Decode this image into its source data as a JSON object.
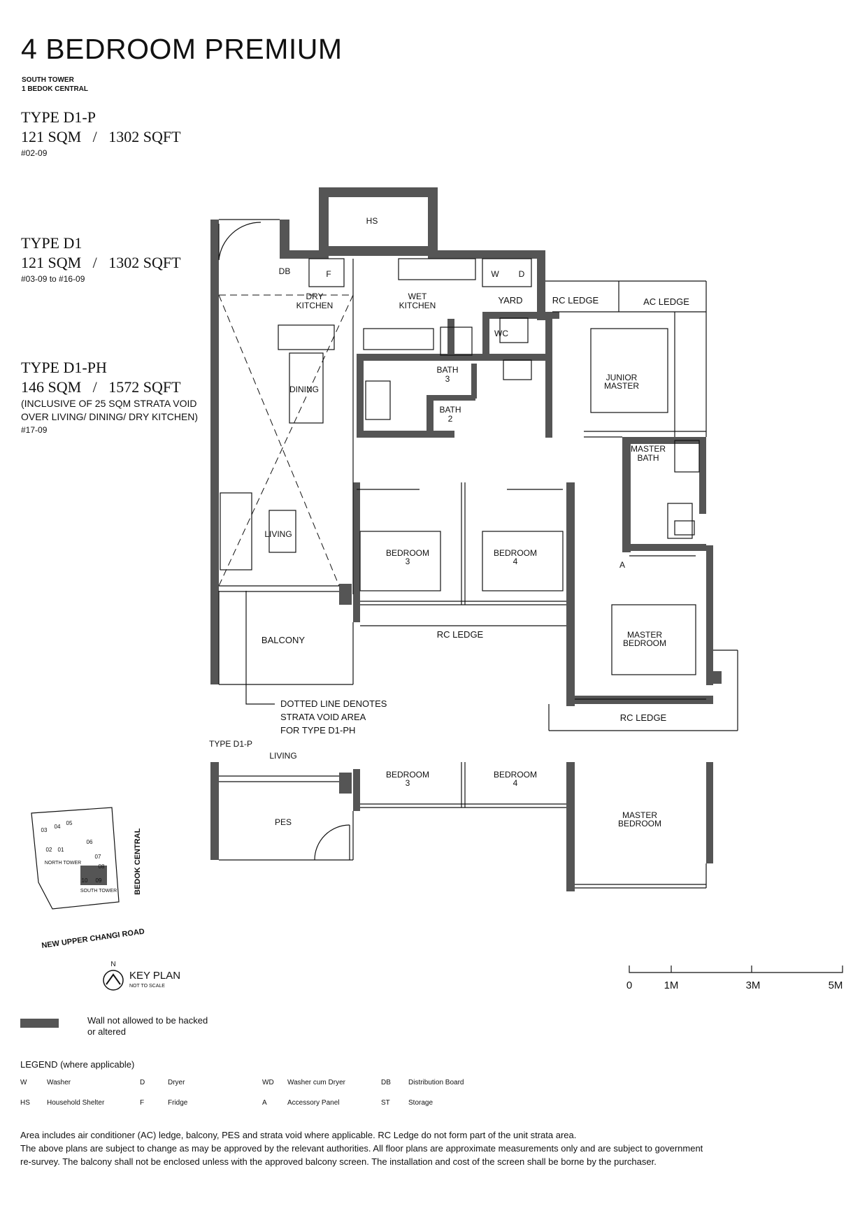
{
  "header": {
    "title": "4 BEDROOM PREMIUM",
    "tower": "SOUTH TOWER",
    "address": "1 BEDOK CENTRAL"
  },
  "unit_types": [
    {
      "name": "TYPE D1-P",
      "area": "121 SQM   /   1302 SQFT",
      "units": "#02-09"
    },
    {
      "name": "TYPE D1",
      "area": "121 SQM   /   1302 SQFT",
      "units": "#03-09 to #16-09"
    },
    {
      "name": "TYPE D1-PH",
      "area": "146 SQM   /   1572 SQFT",
      "note1": "(INCLUSIVE OF 25 SQM STRATA VOID",
      "note2": "OVER LIVING/ DINING/ DRY KITCHEN)",
      "units": "#17-09"
    }
  ],
  "plan_labels": {
    "hs": "HS",
    "db": "DB",
    "f": "F",
    "w": "W",
    "d": "D",
    "dry_kitchen_1": "DRY",
    "dry_kitchen_2": "KITCHEN",
    "wet_kitchen_1": "WET",
    "wet_kitchen_2": "KITCHEN",
    "yard": "YARD",
    "rc_ledge_top": "RC LEDGE",
    "ac_ledge": "AC LEDGE",
    "wc": "WC",
    "bath3_1": "BATH",
    "bath3_2": "3",
    "bath2_1": "BATH",
    "bath2_2": "2",
    "dining": "DINING",
    "junior_master_1": "JUNIOR",
    "junior_master_2": "MASTER",
    "master_bath_1": "MASTER",
    "master_bath_2": "BATH",
    "living": "LIVING",
    "bedroom3_1": "BEDROOM",
    "bedroom3_2": "3",
    "bedroom4_1": "BEDROOM",
    "bedroom4_2": "4",
    "a": "A",
    "balcony": "BALCONY",
    "rc_ledge_mid": "RC LEDGE",
    "master_bedroom_1": "MASTER",
    "master_bedroom_2": "BEDROOM",
    "rc_ledge_bottom": "RC LEDGE",
    "dotted_note_1": "DOTTED LINE DENOTES",
    "dotted_note_2": "STRATA VOID AREA",
    "dotted_note_3": "FOR TYPE D1-PH"
  },
  "d1p_plan": {
    "title": "TYPE D1-P",
    "living": "LIVING",
    "bedroom3_1": "BEDROOM",
    "bedroom3_2": "3",
    "bedroom4_1": "BEDROOM",
    "bedroom4_2": "4",
    "pes": "PES",
    "master_1": "MASTER",
    "master_2": "BEDROOM"
  },
  "key_plan": {
    "north": "N",
    "label": "KEY PLAN",
    "sub": "NOT TO SCALE",
    "road_bottom": "NEW UPPER CHANGI ROAD",
    "road_right": "BEDOK CENTRAL",
    "north_tower": "NORTH TOWER",
    "south_tower": "SOUTH TOWER",
    "units": [
      "03",
      "04",
      "05",
      "06",
      "02",
      "01",
      "07",
      "08",
      "10",
      "09"
    ]
  },
  "scale_bar": {
    "ticks": [
      "0",
      "1M",
      "3M",
      "5M"
    ]
  },
  "wall_legend": {
    "line1": "Wall not allowed to be hacked",
    "line2": "or altered"
  },
  "legend": {
    "title": "LEGEND (where applicable)",
    "row1": [
      {
        "code": "W",
        "desc": "Washer"
      },
      {
        "code": "D",
        "desc": "Dryer"
      },
      {
        "code": "WD",
        "desc": "Washer cum Dryer"
      },
      {
        "code": "DB",
        "desc": "Distribution Board"
      }
    ],
    "row2": [
      {
        "code": "HS",
        "desc": "Household Shelter"
      },
      {
        "code": "F",
        "desc": "Fridge"
      },
      {
        "code": "A",
        "desc": "Accessory Panel"
      },
      {
        "code": "ST",
        "desc": "Storage"
      }
    ]
  },
  "disclaimer": {
    "line1": "Area includes air conditioner (AC) ledge, balcony, PES and strata void where applicable.  RC Ledge do not form part of the unit strata area.",
    "line2": "The above plans are subject to change as may be approved by the relevant authorities. All floor plans are approximate measurements only and are subject to government",
    "line3": "re-survey. The balcony shall not be enclosed unless with the approved balcony screen. The installation and cost of the screen shall be borne by the purchaser."
  },
  "colors": {
    "wall": "#555555",
    "line": "#111111"
  }
}
